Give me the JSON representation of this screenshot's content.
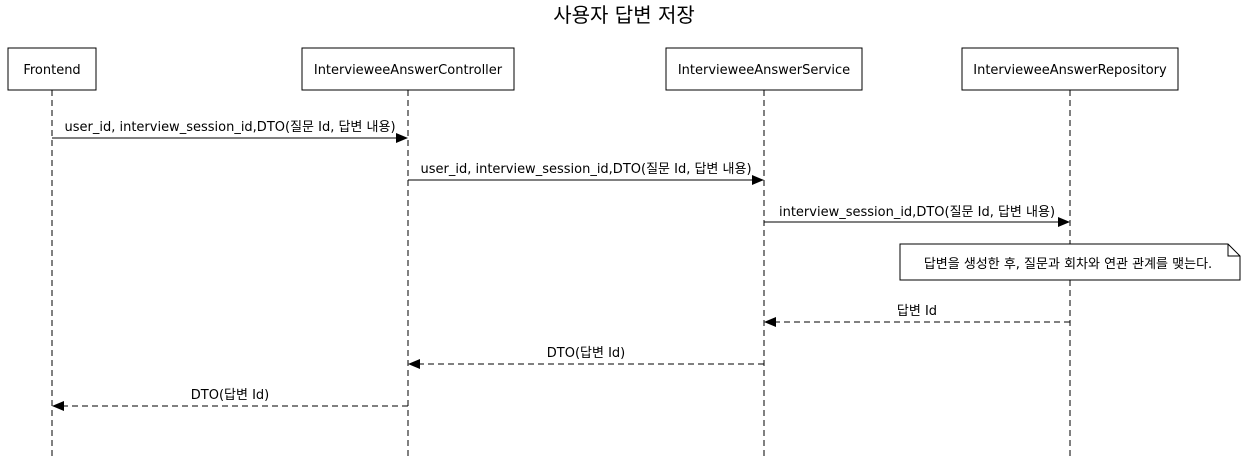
{
  "title": "사용자 답변 저장",
  "participants": [
    {
      "id": "frontend",
      "label": "Frontend"
    },
    {
      "id": "controller",
      "label": "IntervieweeAnswerController"
    },
    {
      "id": "service",
      "label": "IntervieweeAnswerService"
    },
    {
      "id": "repository",
      "label": "IntervieweeAnswerRepository"
    }
  ],
  "messages": [
    {
      "from": 0,
      "to": 1,
      "label": "user_id, interview_session_id,DTO(질문 Id, 답변 내용)",
      "kind": "sync"
    },
    {
      "from": 1,
      "to": 2,
      "label": "user_id, interview_session_id,DTO(질문 Id, 답변 내용)",
      "kind": "sync"
    },
    {
      "from": 2,
      "to": 3,
      "label": "interview_session_id,DTO(질문 Id, 답변 내용)",
      "kind": "sync"
    },
    {
      "from": 3,
      "to": 2,
      "label": "답변 Id",
      "kind": "return"
    },
    {
      "from": 2,
      "to": 1,
      "label": "DTO(답변 Id)",
      "kind": "return"
    },
    {
      "from": 1,
      "to": 0,
      "label": "DTO(답변 Id)",
      "kind": "return"
    }
  ],
  "note": {
    "participant": 3,
    "text": "답변을 생성한 후, 질문과 회차와 연관 관계를 맺는다."
  }
}
